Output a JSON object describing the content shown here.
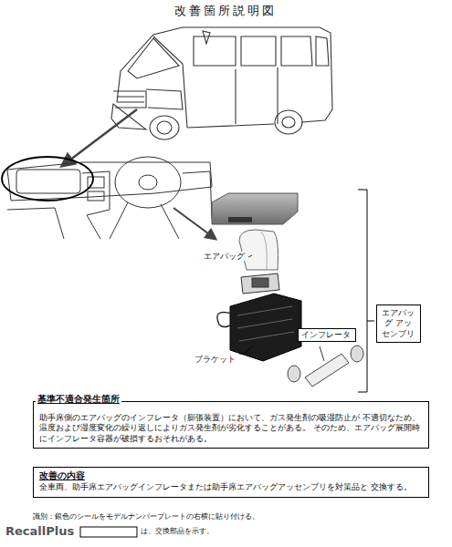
{
  "diagram": {
    "title": "改善箇所説明図",
    "nodes": [
      {
        "text": [
          "基準不適合発生箇所",
          "助手席側のエアバッグのインフレータ（膨張装置）において、ガス発生剤の吸湿防止が 不適切なため、温度および湿度変化の繰り返しによりガス発生剤が劣化することがある。 そのため、エアバッグ展開時にインフレータ容器が破損するおそれがある。"
        ]
      },
      {
        "text": [
          "改善の内容",
          "全車両、助手席エアバッグインフレータまたは助手席エアバッグアッセンブリを対策品と 交換する。"
        ]
      },
      {
        "text": [
          "インフレータ"
        ]
      },
      {
        "text": [
          "エアバッグ アッセンブリ"
        ]
      }
    ],
    "labels": [
      "エアバッグ",
      "ブラケット",
      "識別：銀色のシールをモデルナンバープレートの右横に貼り付ける。",
      "RecallPlus",
      "は、交換部品を示す。"
    ]
  }
}
